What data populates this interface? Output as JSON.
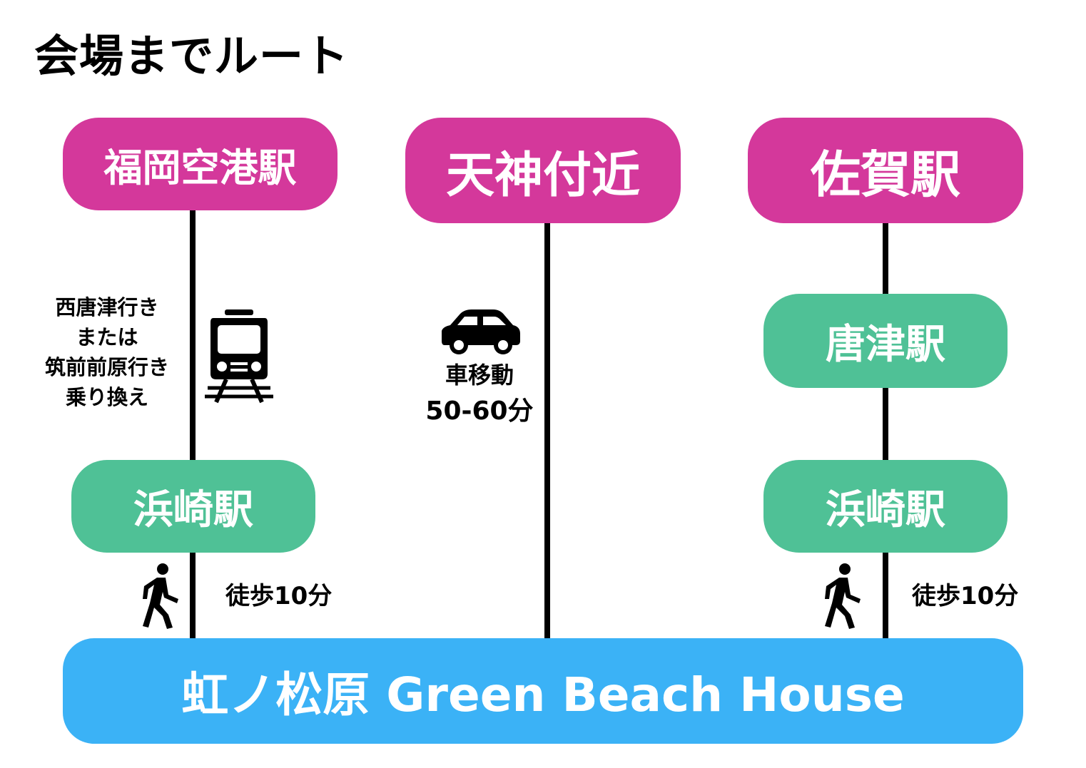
{
  "title": "会場までルート",
  "colors": {
    "origin": "#d4389b",
    "transfer": "#4fc196",
    "destination": "#3bb2f6",
    "line": "#000000"
  },
  "routes": {
    "airport": {
      "start": "福岡空港駅",
      "transfer_note": [
        "西唐津行き",
        "または",
        "筑前前原行き",
        "乗り換え"
      ],
      "transport_icon": "train-icon",
      "transfer_station": "浜崎駅",
      "walk_icon": "walking-person-icon",
      "walk_note": "徒歩10分"
    },
    "tenjin": {
      "start": "天神付近",
      "transport_icon": "car-icon",
      "note": [
        "車移動",
        "50-60分"
      ]
    },
    "saga": {
      "start": "佐賀駅",
      "station_1": "唐津駅",
      "station_2": "浜崎駅",
      "walk_icon": "walking-person-icon",
      "walk_note": "徒歩10分"
    }
  },
  "destination": "虹ノ松原 Green Beach House"
}
